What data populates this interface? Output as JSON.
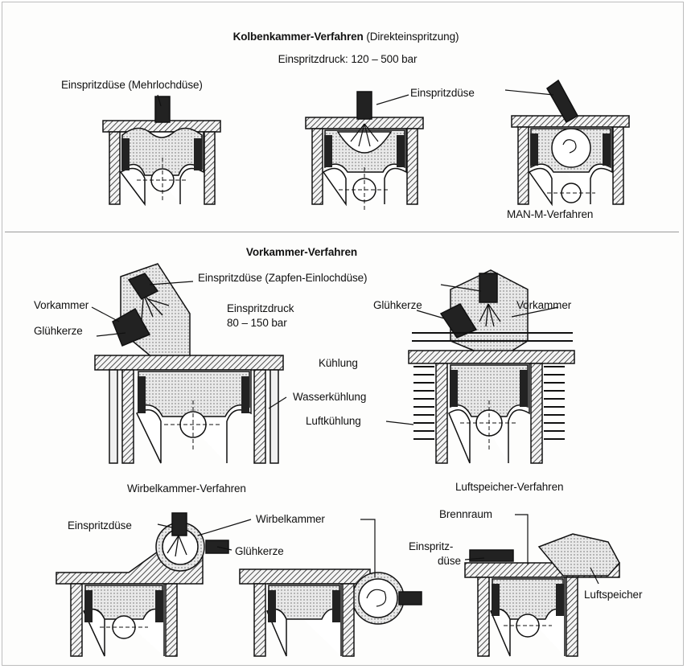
{
  "sections": {
    "kolben": {
      "title_bold": "Kolbenkammer-Verfahren",
      "title_rest": "(Direkteinspritzung)",
      "pressure": "Einspritzdruck: 120 – 500 bar",
      "label_mehrloch": "Einspritzdüse (Mehrlochdüse)",
      "label_duese": "Einspritzdüse",
      "label_man": "MAN-M-Verfahren"
    },
    "vorkammer": {
      "title": "Vorkammer-Verfahren",
      "label_zapfen": "Einspritzdüse (Zapfen-Einlochdüse)",
      "label_vorkammer_left": "Vorkammer",
      "label_gluehkerze_left": "Glühkerze",
      "pressure_line1": "Einspritzdruck",
      "pressure_line2": "80 – 150 bar",
      "label_kuehlung": "Kühlung",
      "label_wasser": "Wasserkühlung",
      "label_luft": "Luftkühlung",
      "label_gluehkerze_right": "Glühkerze",
      "label_vorkammer_right": "Vorkammer"
    },
    "wirbel": {
      "title": "Wirbelkammer-Verfahren",
      "label_duese": "Einspritzdüse",
      "label_kammer": "Wirbelkammer",
      "label_gluehkerze": "Glühkerze"
    },
    "luftspeicher": {
      "title": "Luftspeicher-Verfahren",
      "label_brennraum": "Brennraum",
      "label_duese_1": "Einspritz-",
      "label_duese_2": "düse",
      "label_speicher": "Luftspeicher"
    }
  }
}
